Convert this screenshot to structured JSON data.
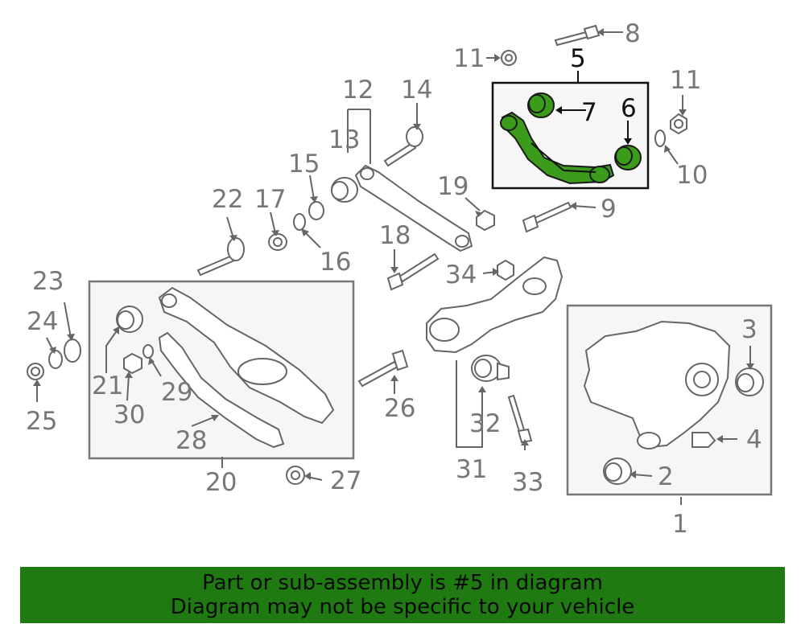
{
  "callouts": {
    "n1": "1",
    "n2": "2",
    "n3": "3",
    "n4": "4",
    "n5": "5",
    "n6": "6",
    "n7": "7",
    "n8": "8",
    "n9": "9",
    "n10": "10",
    "n11a": "11",
    "n11b": "11",
    "n12": "12",
    "n13": "13",
    "n14": "14",
    "n15": "15",
    "n16": "16",
    "n17": "17",
    "n18": "18",
    "n19": "19",
    "n20": "20",
    "n21": "21",
    "n22": "22",
    "n23": "23",
    "n24": "24",
    "n25": "25",
    "n26": "26",
    "n27": "27",
    "n28": "28",
    "n29": "29",
    "n30": "30",
    "n31": "31",
    "n32": "32",
    "n33": "33",
    "n34": "34"
  },
  "highlight_part": "5",
  "colors": {
    "highlight": "#3b9b1a",
    "banner": "#1f7a12"
  },
  "banner": {
    "line1": "Part or sub-assembly is #5 in diagram",
    "line2": "Diagram may not be specific to your vehicle"
  }
}
